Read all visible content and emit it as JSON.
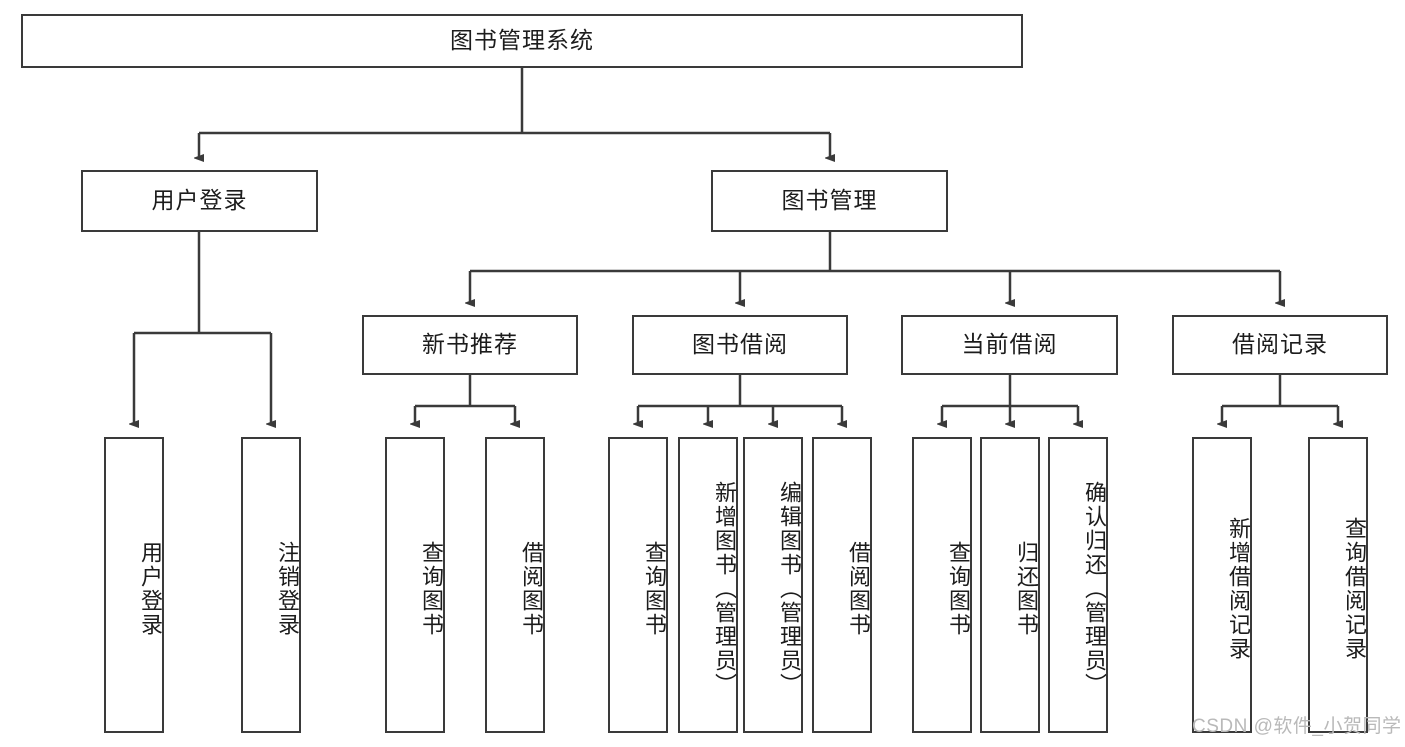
{
  "diagram": {
    "title": "图书管理系统",
    "type": "tree-hierarchy-chart",
    "root": {
      "label": "图书管理系统"
    },
    "level2": [
      {
        "label": "用户登录"
      },
      {
        "label": "图书管理"
      }
    ],
    "level3": [
      {
        "label": "新书推荐"
      },
      {
        "label": "图书借阅"
      },
      {
        "label": "当前借阅"
      },
      {
        "label": "借阅记录"
      }
    ],
    "leaves": {
      "user_login": [
        {
          "label": "用户登录"
        },
        {
          "label": "注销登录"
        }
      ],
      "new_book_recommend": [
        {
          "label": "查询图书"
        },
        {
          "label": "借阅图书"
        }
      ],
      "book_borrow": [
        {
          "label": "查询图书"
        },
        {
          "label": "新增图书（管理员）"
        },
        {
          "label": "编辑图书（管理员）"
        },
        {
          "label": "借阅图书"
        }
      ],
      "current_borrow": [
        {
          "label": "查询图书"
        },
        {
          "label": "归还图书"
        },
        {
          "label": "确认归还（管理员）"
        }
      ],
      "borrow_record": [
        {
          "label": "新增借阅记录"
        },
        {
          "label": "查询借阅记录"
        }
      ]
    }
  },
  "watermark": {
    "text": "CSDN @软件_小贺同学"
  },
  "colors": {
    "stroke": "#3a3a3a",
    "text": "#1c1c1c",
    "background": "#ffffff",
    "watermark": "#b9b9b9"
  }
}
